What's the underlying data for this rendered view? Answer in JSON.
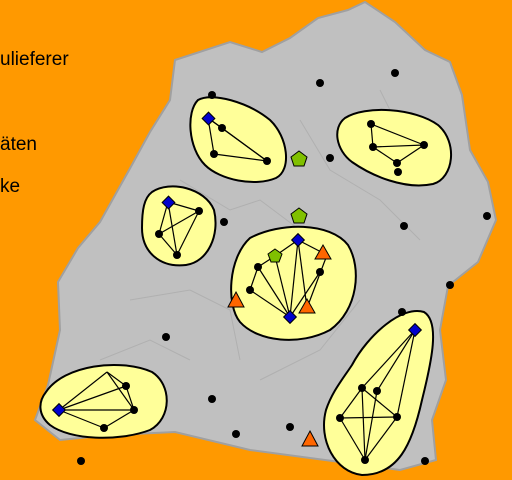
{
  "legend": {
    "lines": [
      "ulieferer",
      "äten",
      "ke"
    ]
  },
  "colors": {
    "background": "#FF9900",
    "map_fill": "#C0C0C0",
    "map_border": "#A0A0A0",
    "cluster_fill": "#FFFF99",
    "cluster_stroke": "#000000",
    "node": "#000000",
    "diamond": "#0000CC",
    "pentagon": "#80C000",
    "triangle": "#FF6600"
  },
  "icons": [
    "region-map-shape",
    "cluster-blob",
    "network-node-dot",
    "blue-diamond-icon",
    "green-pentagon-icon",
    "orange-triangle-icon"
  ]
}
